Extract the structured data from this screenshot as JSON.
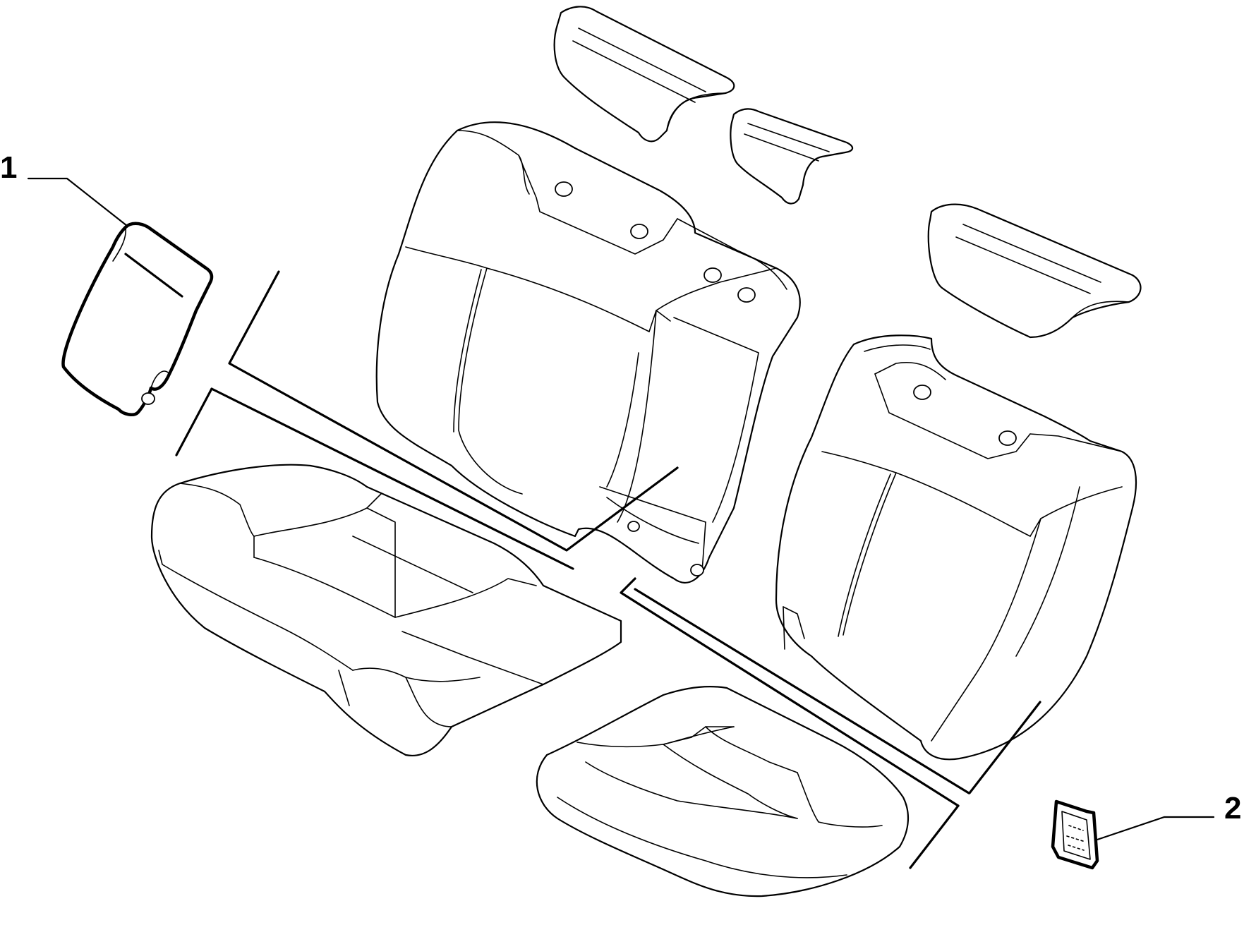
{
  "diagram": {
    "callouts": [
      {
        "id": "1",
        "label": "1"
      },
      {
        "id": "2",
        "label": "2"
      }
    ],
    "colors": {
      "background": "#ffffff",
      "line": "#000000"
    }
  }
}
